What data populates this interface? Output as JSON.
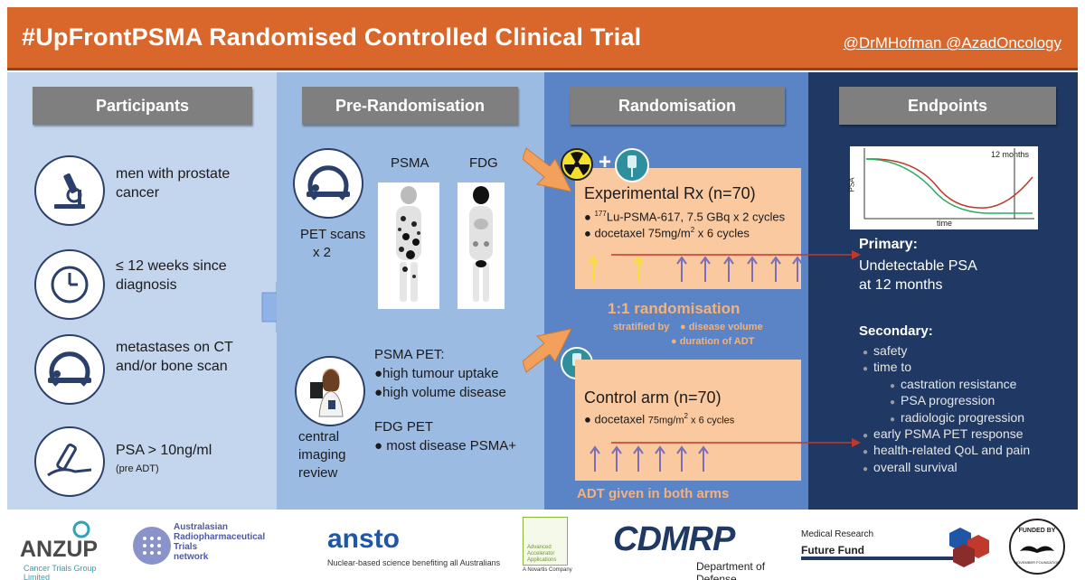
{
  "header": {
    "title": "#UpFrontPSMA Randomised Controlled Clinical Trial",
    "handles": "@DrMHofman @AzadOncology"
  },
  "participants": {
    "heading": "Participants",
    "items": [
      {
        "icon": "microscope-icon",
        "line1": "men with prostate",
        "line2": "cancer"
      },
      {
        "icon": "clock-icon",
        "line1": "≤ 12 weeks since",
        "line2": "diagnosis"
      },
      {
        "icon": "ct-scanner-icon",
        "line1": "metastases on CT",
        "line2": "and/or bone scan"
      },
      {
        "icon": "blood-test-icon",
        "line1": "PSA > 10ng/ml",
        "line2": "(pre ADT)"
      }
    ]
  },
  "pre_randomisation": {
    "heading": "Pre-Randomisation",
    "scan_label_psma": "PSMA",
    "scan_label_fdg": "FDG",
    "pet_scans_line1": "PET scans",
    "pet_scans_line2": "x 2",
    "psma_pet": "PSMA PET:",
    "psma_item1": "●high tumour uptake",
    "psma_item2": "●high volume disease",
    "fdg_pet": "FDG PET",
    "fdg_item1": "● most disease PSMA+",
    "review_line1": "central",
    "review_line2": "imaging",
    "review_line3": "review"
  },
  "randomisation": {
    "heading": "Randomisation",
    "plus": "+",
    "experimental": {
      "title": "Experimental Rx (n=70)",
      "line1_sup": "177",
      "line1": "Lu-PSMA-617, 7.5 GBq x 2 cycles",
      "line2_main": "docetaxel 75mg/m",
      "line2_sup": "2",
      "line2_tail": " x 6 cycles",
      "bullet": "●"
    },
    "ratio": "1:1 randomisation",
    "stratified_label": "stratified by",
    "strat1": "● disease volume",
    "strat2": "● duration of ADT",
    "control": {
      "title": "Control arm (n=70)",
      "line1_main": "docetaxel ",
      "line1_small": "75mg/m",
      "line1_sup": "2",
      "line1_tail": " x 6 cycles",
      "bullet": "●"
    },
    "adt_note": "ADT given in both arms"
  },
  "endpoints": {
    "heading": "Endpoints",
    "graph_marker": "12 months",
    "graph_ylabel": "PSA",
    "graph_xlabel": "time",
    "primary_title": "Primary:",
    "primary_line1": "Undetectable PSA",
    "primary_line2": "at 12 months",
    "secondary_title": "Secondary:",
    "secondary": [
      {
        "text": "safety",
        "indent": 0
      },
      {
        "text": "time to",
        "indent": 0
      },
      {
        "text": "castration resistance",
        "indent": 1
      },
      {
        "text": "PSA progression",
        "indent": 1
      },
      {
        "text": "radiologic progression",
        "indent": 1
      },
      {
        "text": "early PSMA PET response",
        "indent": 0
      },
      {
        "text": "health-related QoL and pain",
        "indent": 0
      },
      {
        "text": "overall survival",
        "indent": 0
      }
    ]
  },
  "logos": {
    "anzup": "ANZUP",
    "anzup_sub": "Cancer Trials Group Limited",
    "arta_1": "Australasian",
    "arta_2": "Radiopharmaceutical",
    "arta_3": "Trials",
    "arta_4": "network",
    "ansto": "ansto",
    "ansto_sub": "Nuclear-based science benefiting all Australians",
    "aaa_1": "Advanced",
    "aaa_2": "Accelerator",
    "aaa_3": "Applications",
    "aaa_sub": "A Novartis Company",
    "cdmrp": "CDMRP",
    "cdmrp_sub": "Department of Defense",
    "mrff_1": "Medical Research",
    "mrff_2": "Future Fund",
    "movember_1": "FUNDED BY",
    "movember_2": "MOVEMBER FOUNDATION"
  },
  "colors": {
    "header": "#d9672b",
    "panel1": "#c3d6ee",
    "panel2": "#9cbbe2",
    "panel3": "#5b84c7",
    "panel4": "#1f3864",
    "arm_box": "#fac99f",
    "accent_orange": "#f2b27a"
  }
}
